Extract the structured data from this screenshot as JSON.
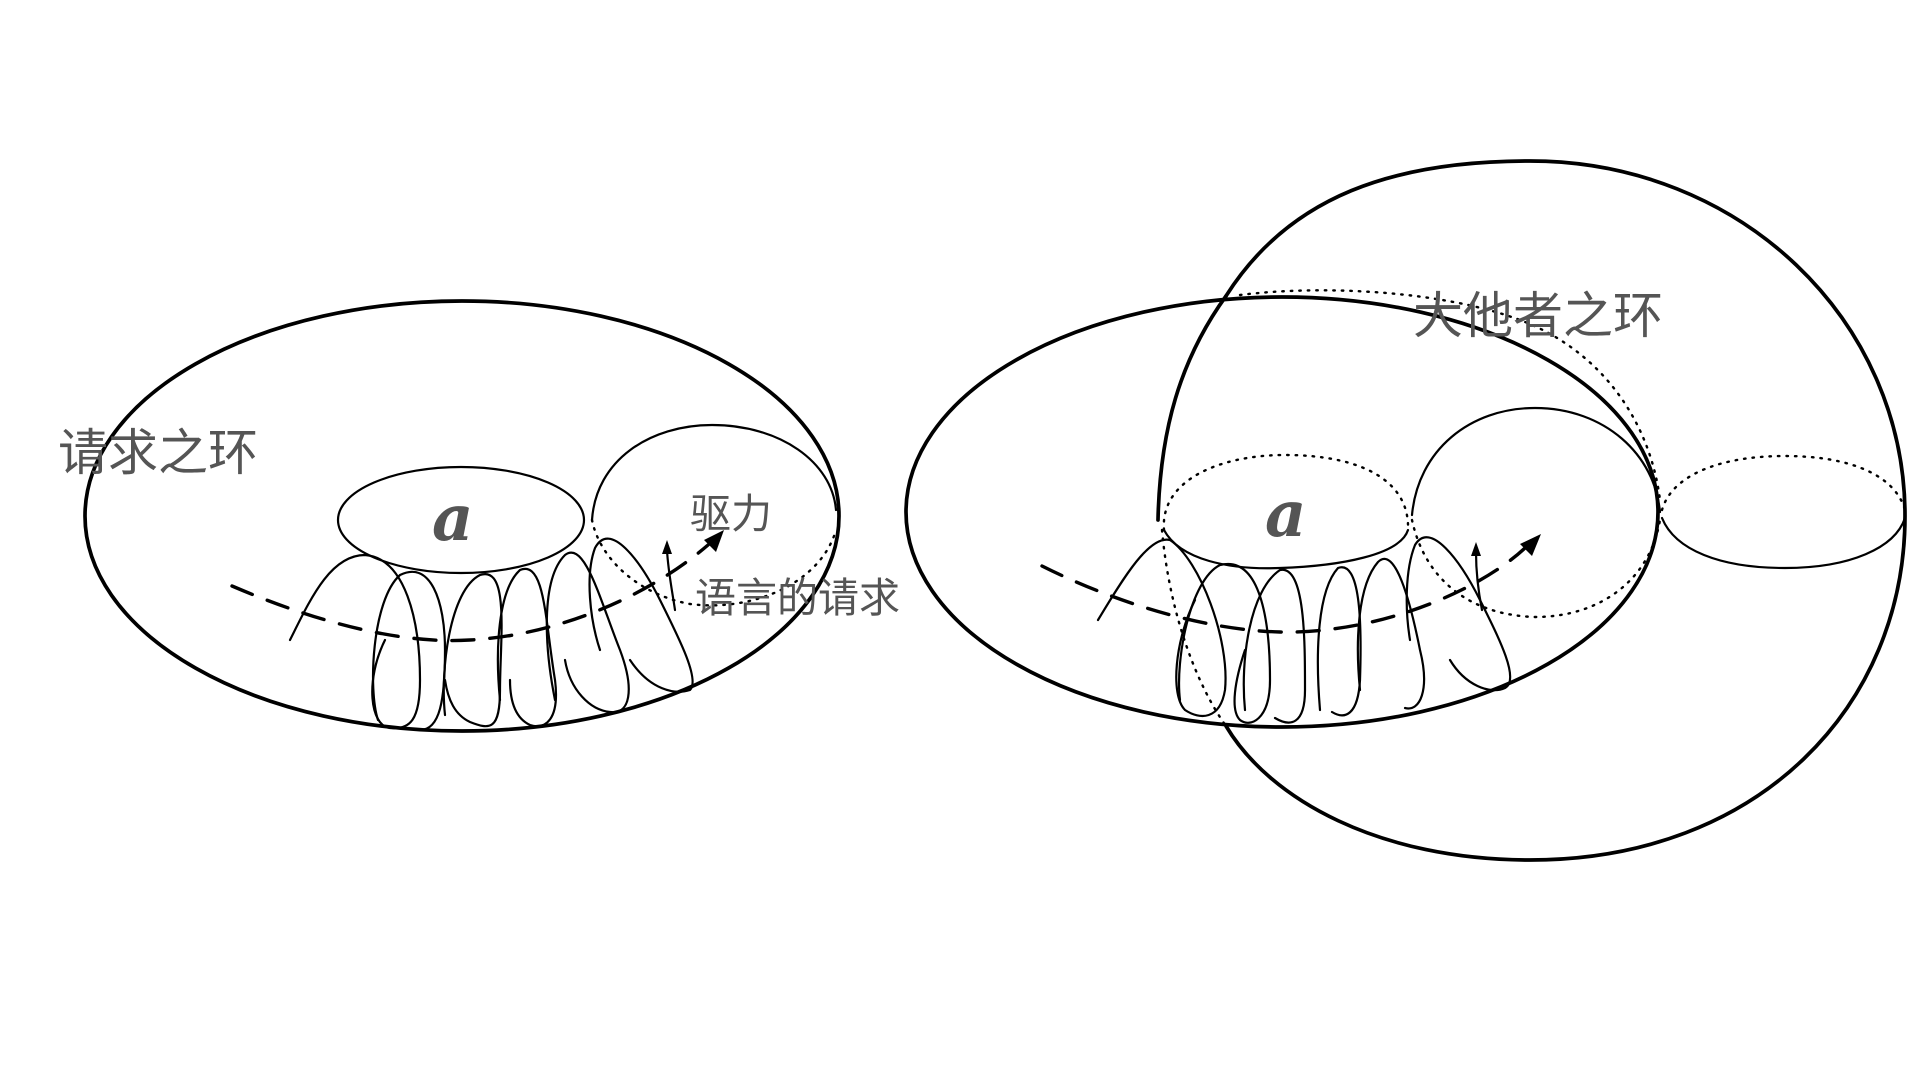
{
  "labels": {
    "left_torus": "请求之环",
    "right_torus": "大他者之环",
    "drive": "驱力",
    "demand_of_language": "语言的请求",
    "object_a_left": "a",
    "object_a_right": "a"
  },
  "colors": {
    "stroke": "#000000",
    "label": "#555555",
    "background": "#ffffff"
  }
}
